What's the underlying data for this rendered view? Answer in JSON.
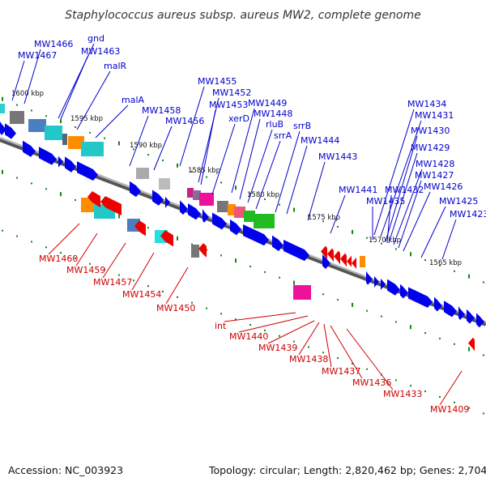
{
  "title": "Staphylococcus aureus subsp. aureus MW2, complete genome",
  "footer": {
    "accession": "Accession: NC_003923",
    "summary": "Topology: circular; Length: 2,820,462 bp; Genes: 2,704"
  },
  "colors": {
    "forward_label": "#0000cc",
    "reverse_label": "#cc0000",
    "forward_gene": "#0000ee",
    "reverse_gene": "#ee0000",
    "backbone": "#777777",
    "ticks": "#118811"
  },
  "ticks": [
    "1600 kbp",
    "1595 kbp",
    "1590 kbp",
    "1585 kbp",
    "1580 kbp",
    "1575 kbp",
    "1570 kbp",
    "1565 kbp"
  ],
  "forward_labels": [
    "MW1466",
    "MW1467",
    "gnd",
    "MW1463",
    "malR",
    "malA",
    "MW1458",
    "MW1456",
    "MW1455",
    "MW1452",
    "MW1453",
    "xerD",
    "MW1449",
    "MW1448",
    "rluB",
    "srrA",
    "srrB",
    "MW1444",
    "MW1443",
    "MW1441",
    "MW1435",
    "MW1434",
    "MW1431",
    "MW1430",
    "MW1429",
    "MW1428",
    "MW1432",
    "MW1427",
    "MW1426",
    "MW1425",
    "MW1423"
  ],
  "reverse_labels": [
    "MW1460",
    "MW1459",
    "MW1457",
    "MW1454",
    "MW1450",
    "int",
    "MW1440",
    "MW1439",
    "MW1438",
    "MW1437",
    "MW1436",
    "MW1433",
    "MW1409"
  ]
}
